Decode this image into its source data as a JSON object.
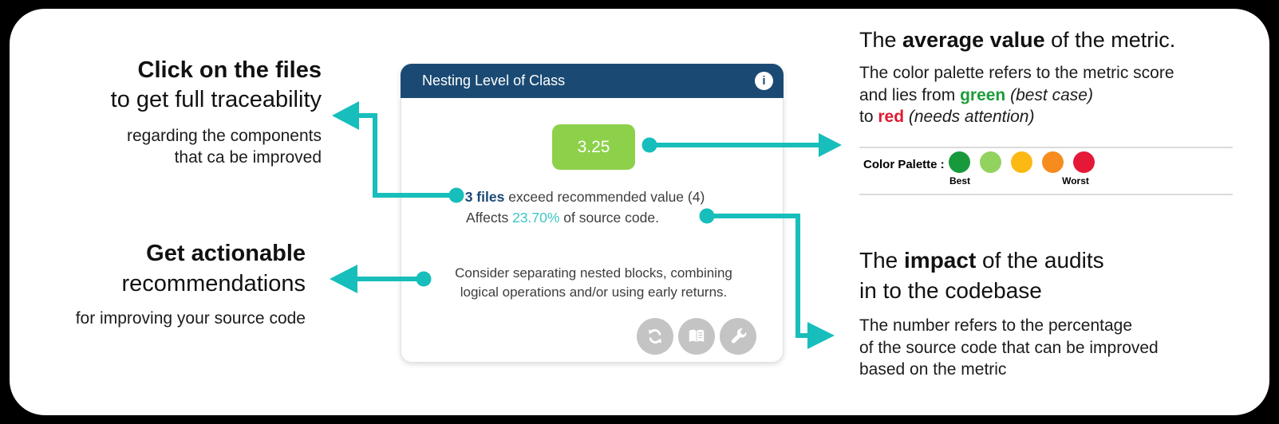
{
  "colors": {
    "teal": "#17BEBB",
    "navy": "#1A4A73",
    "badge_green": "#8DD14B",
    "green_word": "#1E9C3A",
    "red_word": "#E01A31",
    "palette": [
      "#189A3C",
      "#92D35F",
      "#FDB913",
      "#F78C1E",
      "#E51937"
    ]
  },
  "annotations": {
    "top_left": {
      "line1_bold": "Click on the files",
      "line2": "to get full traceability",
      "sub1": "regarding the components",
      "sub2": "that ca be improved"
    },
    "bottom_left": {
      "line1_bold": "Get actionable",
      "line2": "recommendations",
      "sub1": "for improving your source code"
    },
    "top_right": {
      "title_pre": "The ",
      "title_bold": "average value",
      "title_post": " of the metric.",
      "body1": "The color palette refers to the metric score",
      "body2_pre": "and lies from  ",
      "body2_green": "green",
      "body2_italic": " (best case)",
      "body3_pre": "to ",
      "body3_red": "red",
      "body3_italic": " (needs attention)"
    },
    "palette": {
      "label": "Color Palette :",
      "best": "Best",
      "worst": "Worst"
    },
    "bottom_right": {
      "title_pre": "The ",
      "title_bold": "impact",
      "title_post": " of the audits",
      "title_line2": "in to the codebase",
      "body1": "The number refers to the percentage",
      "body2": "of the source code that can be improved",
      "body3": "based on the metric"
    }
  },
  "card": {
    "title": "Nesting Level of Class",
    "info_icon": "i",
    "value": "3.25",
    "files_bold": "3 files",
    "files_rest": " exceed recommended value (4)",
    "affects_pre": "Affects ",
    "affects_value": "23.70%",
    "affects_post": " of source code.",
    "recommendation_line1": "Consider separating nested blocks, combining",
    "recommendation_line2": "logical operations and/or using early returns.",
    "action_icons": [
      "refresh-icon",
      "book-icon",
      "wrench-icon"
    ]
  }
}
